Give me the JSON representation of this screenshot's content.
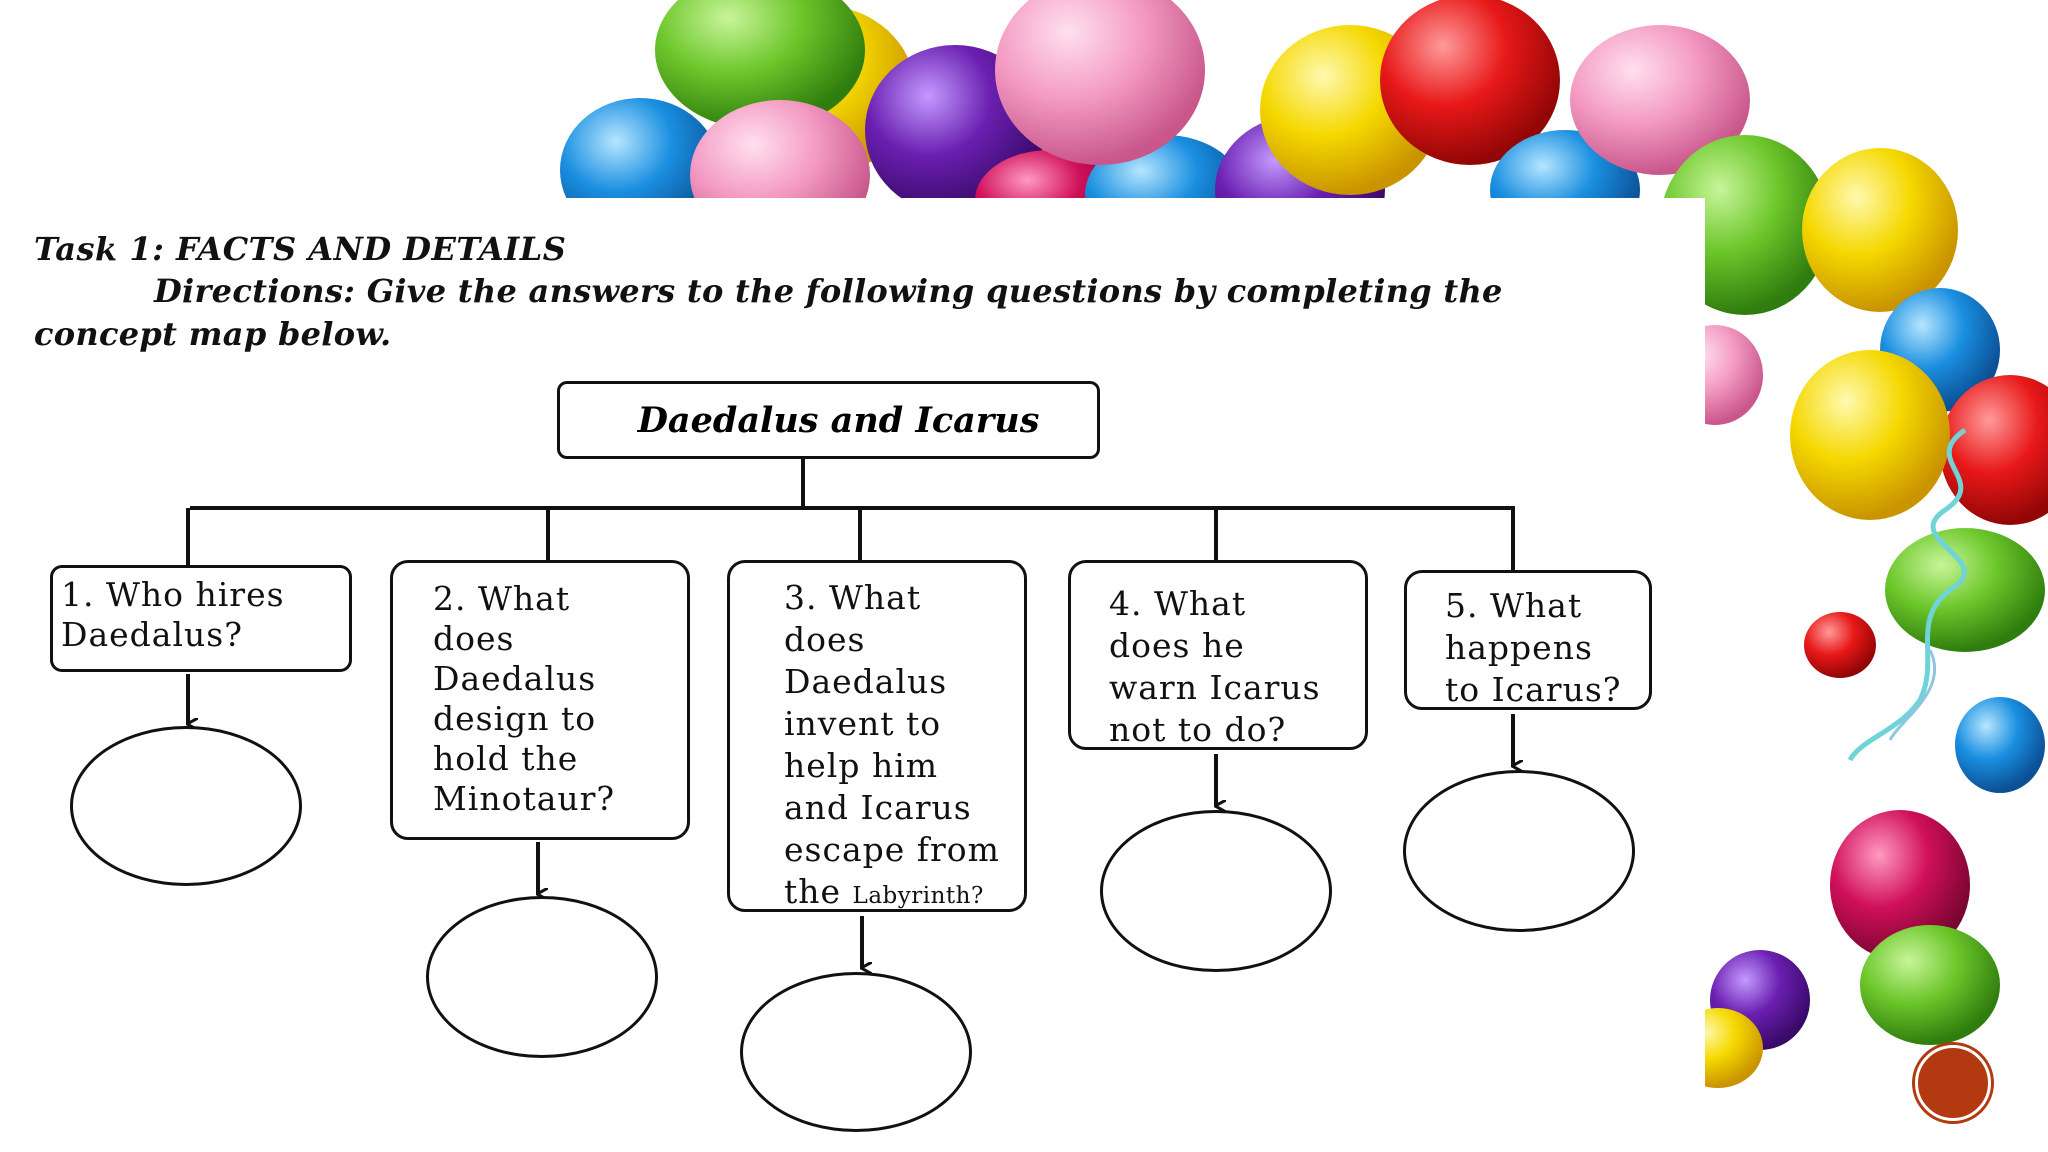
{
  "task": {
    "title": "Task 1: FACTS AND DETAILS",
    "directions": "Directions: Give the answers to the following questions by completing the concept map below."
  },
  "concept_map": {
    "center": "Daedalus and Icarus",
    "questions": [
      "1.   Who hires\nDaedalus?",
      "2. What\ndoes\nDaedalus\ndesign to\nhold the\nMinotaur?",
      "3. What\ndoes\nDaedalus\ninvent to\nhelp him\nand Icarus\nescape from\nthe ",
      "4. What\ndoes he\nwarn Icarus\nnot to do?",
      "5. What\nhappens\nto Icarus?"
    ],
    "q3_tail": "Labyrinth?"
  },
  "decor": {
    "balloon_colors": [
      "#6cc62a",
      "#e83e8c",
      "#f5d800",
      "#e81818",
      "#1a8fe0",
      "#6a1fb0",
      "#f7a8c8"
    ],
    "nav_button_color": "#b33a10"
  }
}
